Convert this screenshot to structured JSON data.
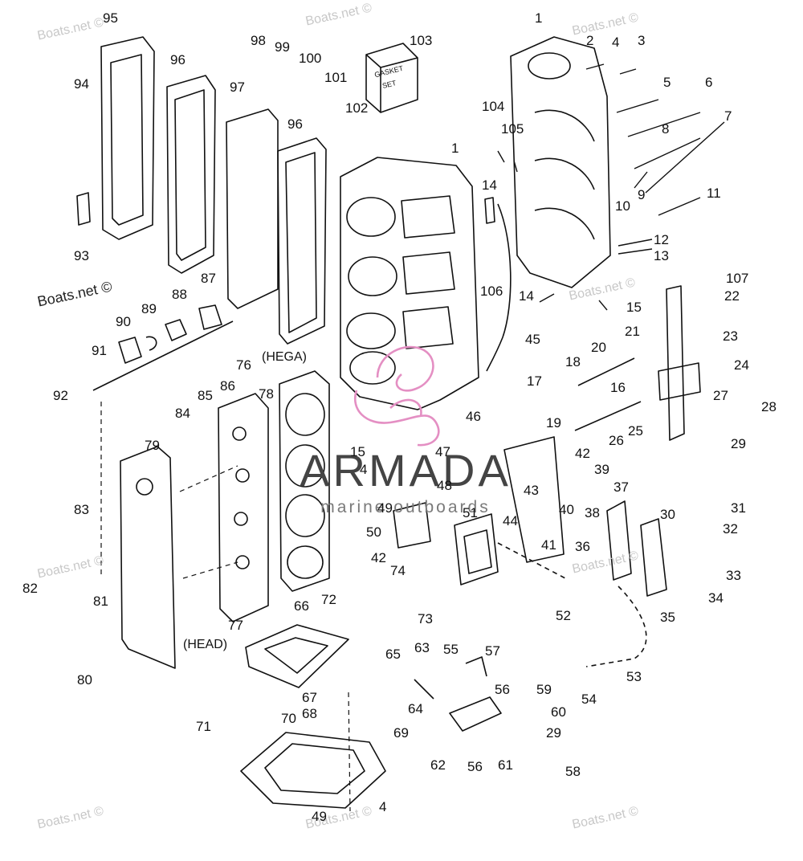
{
  "diagram": {
    "callouts": [
      {
        "id": "c95",
        "text": "95"
      },
      {
        "id": "c94",
        "text": "94"
      },
      {
        "id": "c93",
        "text": "93"
      },
      {
        "id": "c96a",
        "text": "96"
      },
      {
        "id": "c97",
        "text": "97"
      },
      {
        "id": "c96b",
        "text": "96"
      },
      {
        "id": "c98",
        "text": "98"
      },
      {
        "id": "c99",
        "text": "99"
      },
      {
        "id": "c100",
        "text": "100"
      },
      {
        "id": "c101",
        "text": "101"
      },
      {
        "id": "c102",
        "text": "102"
      },
      {
        "id": "c103",
        "text": "103"
      },
      {
        "id": "c1a",
        "text": "1"
      },
      {
        "id": "c1b",
        "text": "1"
      },
      {
        "id": "c2",
        "text": "2"
      },
      {
        "id": "c4a",
        "text": "4"
      },
      {
        "id": "c3",
        "text": "3"
      },
      {
        "id": "c5",
        "text": "5"
      },
      {
        "id": "c6",
        "text": "6"
      },
      {
        "id": "c104",
        "text": "104"
      },
      {
        "id": "c105",
        "text": "105"
      },
      {
        "id": "c8",
        "text": "8"
      },
      {
        "id": "c7",
        "text": "7"
      },
      {
        "id": "c9",
        "text": "9"
      },
      {
        "id": "c10",
        "text": "10"
      },
      {
        "id": "c11",
        "text": "11"
      },
      {
        "id": "c14a",
        "text": "14"
      },
      {
        "id": "c12",
        "text": "12"
      },
      {
        "id": "c13",
        "text": "13"
      },
      {
        "id": "c106",
        "text": "106"
      },
      {
        "id": "c14b",
        "text": "14"
      },
      {
        "id": "c15a",
        "text": "15"
      },
      {
        "id": "c107",
        "text": "107"
      },
      {
        "id": "c22",
        "text": "22"
      },
      {
        "id": "c45",
        "text": "45"
      },
      {
        "id": "c21",
        "text": "21"
      },
      {
        "id": "c23",
        "text": "23"
      },
      {
        "id": "c20",
        "text": "20"
      },
      {
        "id": "c18",
        "text": "18"
      },
      {
        "id": "c24",
        "text": "24"
      },
      {
        "id": "c17",
        "text": "17"
      },
      {
        "id": "c16",
        "text": "16"
      },
      {
        "id": "c27",
        "text": "27"
      },
      {
        "id": "c28",
        "text": "28"
      },
      {
        "id": "c19",
        "text": "19"
      },
      {
        "id": "c26",
        "text": "26"
      },
      {
        "id": "c25",
        "text": "25"
      },
      {
        "id": "c42a",
        "text": "42"
      },
      {
        "id": "c29a",
        "text": "29"
      },
      {
        "id": "c46",
        "text": "46"
      },
      {
        "id": "c87",
        "text": "87"
      },
      {
        "id": "c88",
        "text": "88"
      },
      {
        "id": "c89",
        "text": "89"
      },
      {
        "id": "c90",
        "text": "90"
      },
      {
        "id": "c91",
        "text": "91"
      },
      {
        "id": "c92",
        "text": "92"
      },
      {
        "id": "c76",
        "text": "76"
      },
      {
        "id": "c86",
        "text": "86"
      },
      {
        "id": "c85",
        "text": "85"
      },
      {
        "id": "c84",
        "text": "84"
      },
      {
        "id": "c78",
        "text": "78"
      },
      {
        "id": "c15b",
        "text": "15"
      },
      {
        "id": "c47",
        "text": "47"
      },
      {
        "id": "c4b",
        "text": "4"
      },
      {
        "id": "c48",
        "text": "48"
      },
      {
        "id": "c49a",
        "text": "49"
      },
      {
        "id": "c79",
        "text": "79"
      },
      {
        "id": "c83",
        "text": "83"
      },
      {
        "id": "c39",
        "text": "39"
      },
      {
        "id": "c43",
        "text": "43"
      },
      {
        "id": "c37",
        "text": "37"
      },
      {
        "id": "c40",
        "text": "40"
      },
      {
        "id": "c38",
        "text": "38"
      },
      {
        "id": "c44",
        "text": "44"
      },
      {
        "id": "c51",
        "text": "51"
      },
      {
        "id": "c50",
        "text": "50"
      },
      {
        "id": "c30",
        "text": "30"
      },
      {
        "id": "c31",
        "text": "31"
      },
      {
        "id": "c32",
        "text": "32"
      },
      {
        "id": "c41",
        "text": "41"
      },
      {
        "id": "c36",
        "text": "36"
      },
      {
        "id": "c42b",
        "text": "42"
      },
      {
        "id": "c74",
        "text": "74"
      },
      {
        "id": "c33",
        "text": "33"
      },
      {
        "id": "c82",
        "text": "82"
      },
      {
        "id": "c72",
        "text": "72"
      },
      {
        "id": "c34",
        "text": "34"
      },
      {
        "id": "c52",
        "text": "52"
      },
      {
        "id": "c35",
        "text": "35"
      },
      {
        "id": "c73",
        "text": "73"
      },
      {
        "id": "c81",
        "text": "81"
      },
      {
        "id": "c66",
        "text": "66"
      },
      {
        "id": "c77",
        "text": "77"
      },
      {
        "id": "c53",
        "text": "53"
      },
      {
        "id": "c65",
        "text": "65"
      },
      {
        "id": "c63",
        "text": "63"
      },
      {
        "id": "c55",
        "text": "55"
      },
      {
        "id": "c57",
        "text": "57"
      },
      {
        "id": "c80",
        "text": "80"
      },
      {
        "id": "c56a",
        "text": "56"
      },
      {
        "id": "c59",
        "text": "59"
      },
      {
        "id": "c54",
        "text": "54"
      },
      {
        "id": "c67",
        "text": "67"
      },
      {
        "id": "c64",
        "text": "64"
      },
      {
        "id": "c68",
        "text": "68"
      },
      {
        "id": "c60",
        "text": "60"
      },
      {
        "id": "c71",
        "text": "71"
      },
      {
        "id": "c70",
        "text": "70"
      },
      {
        "id": "c69",
        "text": "69"
      },
      {
        "id": "c29b",
        "text": "29"
      },
      {
        "id": "c62",
        "text": "62"
      },
      {
        "id": "c56b",
        "text": "56"
      },
      {
        "id": "c61",
        "text": "61"
      },
      {
        "id": "c58",
        "text": "58"
      },
      {
        "id": "c4c",
        "text": "4"
      },
      {
        "id": "c49b",
        "text": "49"
      }
    ],
    "tags": [
      {
        "id": "hega",
        "text": "(HEGA)"
      },
      {
        "id": "head",
        "text": "(HEAD)"
      }
    ],
    "gasket_set_box": {
      "line1": "GASKET",
      "line2": "SET"
    }
  },
  "watermark": {
    "site_text": "Boats.net ©",
    "brand_name": "ARMADA",
    "brand_sub": "marine outboards",
    "brand_color": "#e48fc3"
  }
}
